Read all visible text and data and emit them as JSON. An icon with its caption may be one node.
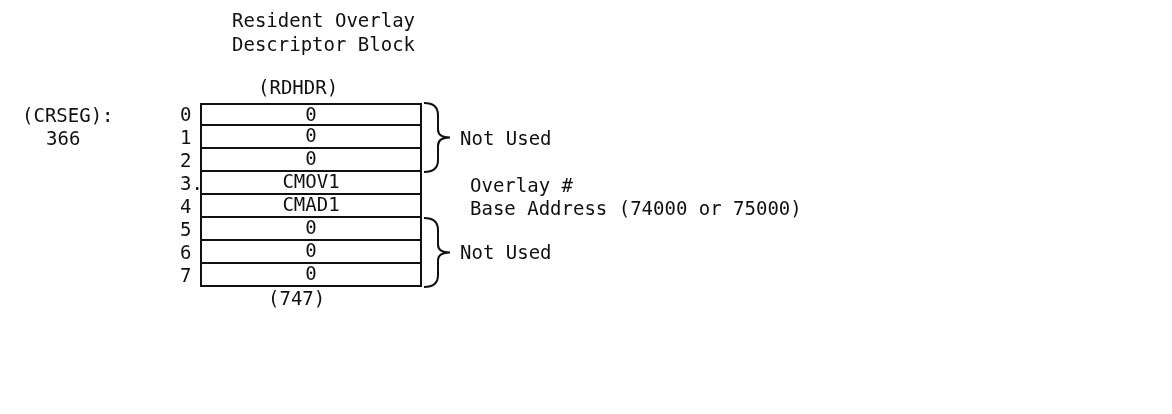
{
  "diagram": {
    "title": "Resident Overlay Descriptor Block",
    "labels": [
      "(RDHDR)",
      "(CRSEG):",
      "0",
      "0",
      "366",
      "1",
      "0",
      "Not Used",
      "2",
      "0",
      "3.",
      "CMOV1",
      "Overlay #",
      "4",
      "CMAD1",
      "Base Address (74000 or 75000)",
      "5",
      "0",
      "6",
      "0",
      "Not Used",
      "7",
      "0",
      "(747)"
    ]
  }
}
